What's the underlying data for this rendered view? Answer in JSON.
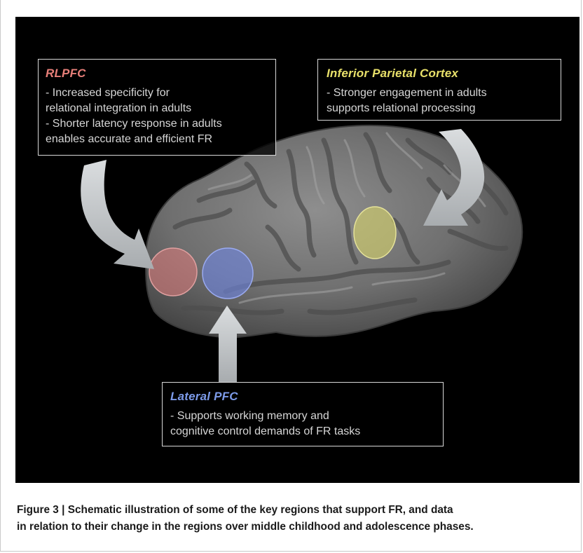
{
  "diagram": {
    "regions": [
      {
        "title": "RLPFC",
        "lines": [
          "- Increased specificity for",
          "relational integration in adults",
          "- Shorter latency response in adults",
          "enables accurate and efficient FR"
        ],
        "title_color": "#e77f79",
        "marker_color": "#d87b7b"
      },
      {
        "title": "Inferior Parietal Cortex",
        "lines": [
          "- Stronger engagement in adults",
          "supports relational processing"
        ],
        "title_color": "#e8e06a",
        "marker_color": "#d9d66a"
      },
      {
        "title": "Lateral PFC",
        "lines": [
          "- Supports working memory and",
          "cognitive control demands of FR tasks"
        ],
        "title_color": "#7c9ae8",
        "marker_color": "#6f86e0"
      }
    ]
  },
  "caption": {
    "line1": "Figure 3 | Schematic illustration of some of the key regions that support FR, and data",
    "line2": "in relation to their change in the regions over middle childhood and adolescence phases."
  }
}
